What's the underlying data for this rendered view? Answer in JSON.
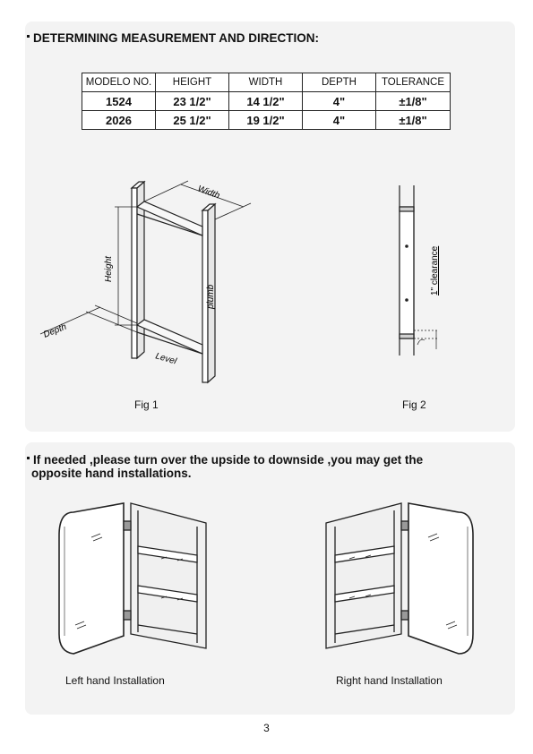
{
  "section1": {
    "heading": "DETERMINING MEASUREMENT AND DIRECTION:",
    "table": {
      "headers": [
        "MODELO NO.",
        "HEIGHT",
        "WIDTH",
        "DEPTH",
        "TOLERANCE"
      ],
      "rows": [
        [
          "1524",
          "23 1/2\"",
          "14 1/2\"",
          "4\"",
          "±1/8\""
        ],
        [
          "2026",
          "25 1/2\"",
          "19 1/2\"",
          "4\"",
          "±1/8\""
        ]
      ]
    },
    "fig1": {
      "caption": "Fig 1",
      "label_width": "Width",
      "label_height": "Height",
      "label_depth": "Depth",
      "label_plumb": "plumb",
      "label_level": "Level"
    },
    "fig2": {
      "caption": "Fig 2",
      "label_clearance": "1\" clearance"
    }
  },
  "section2": {
    "heading_line1": "If needed ,please turn over the upside to downside ,you may get the",
    "heading_line2": "opposite hand installations.",
    "left_caption": "Left hand Installation",
    "right_caption": "Right hand Installation"
  },
  "page_number": "3"
}
